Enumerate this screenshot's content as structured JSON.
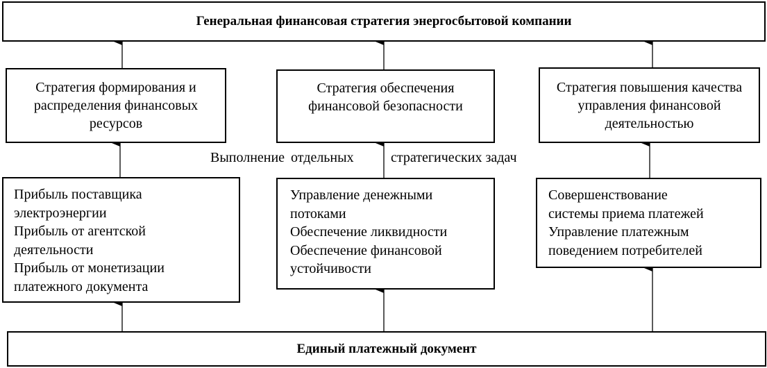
{
  "top": {
    "title": "Генеральная финансовая стратегия энергосбытовой компании"
  },
  "strategies": [
    {
      "title": "Стратегия формирования и распределения финансовых ресурсов"
    },
    {
      "title": "Стратегия обеспечения финансовой безопасности"
    },
    {
      "title": "Стратегия повышения качества управления финансовой деятельностью"
    }
  ],
  "tasks_label": {
    "left": "Выполнение  отдельных",
    "right": "стратегических задач"
  },
  "tasks": [
    {
      "lines": [
        "Прибыль поставщика",
        "электроэнергии",
        "Прибыль от агентской",
        "деятельности",
        "Прибыль от монетизации",
        "платежного документа"
      ]
    },
    {
      "lines": [
        "Управление денежными",
        "потоками",
        "Обеспечение ликвидности",
        "Обеспечение финансовой",
        "устойчивости"
      ]
    },
    {
      "lines": [
        "Совершенствование",
        "системы приема платежей",
        "Управление платежным",
        "поведением потребителей"
      ]
    }
  ],
  "bottom": {
    "title": "Единый платежный документ"
  }
}
